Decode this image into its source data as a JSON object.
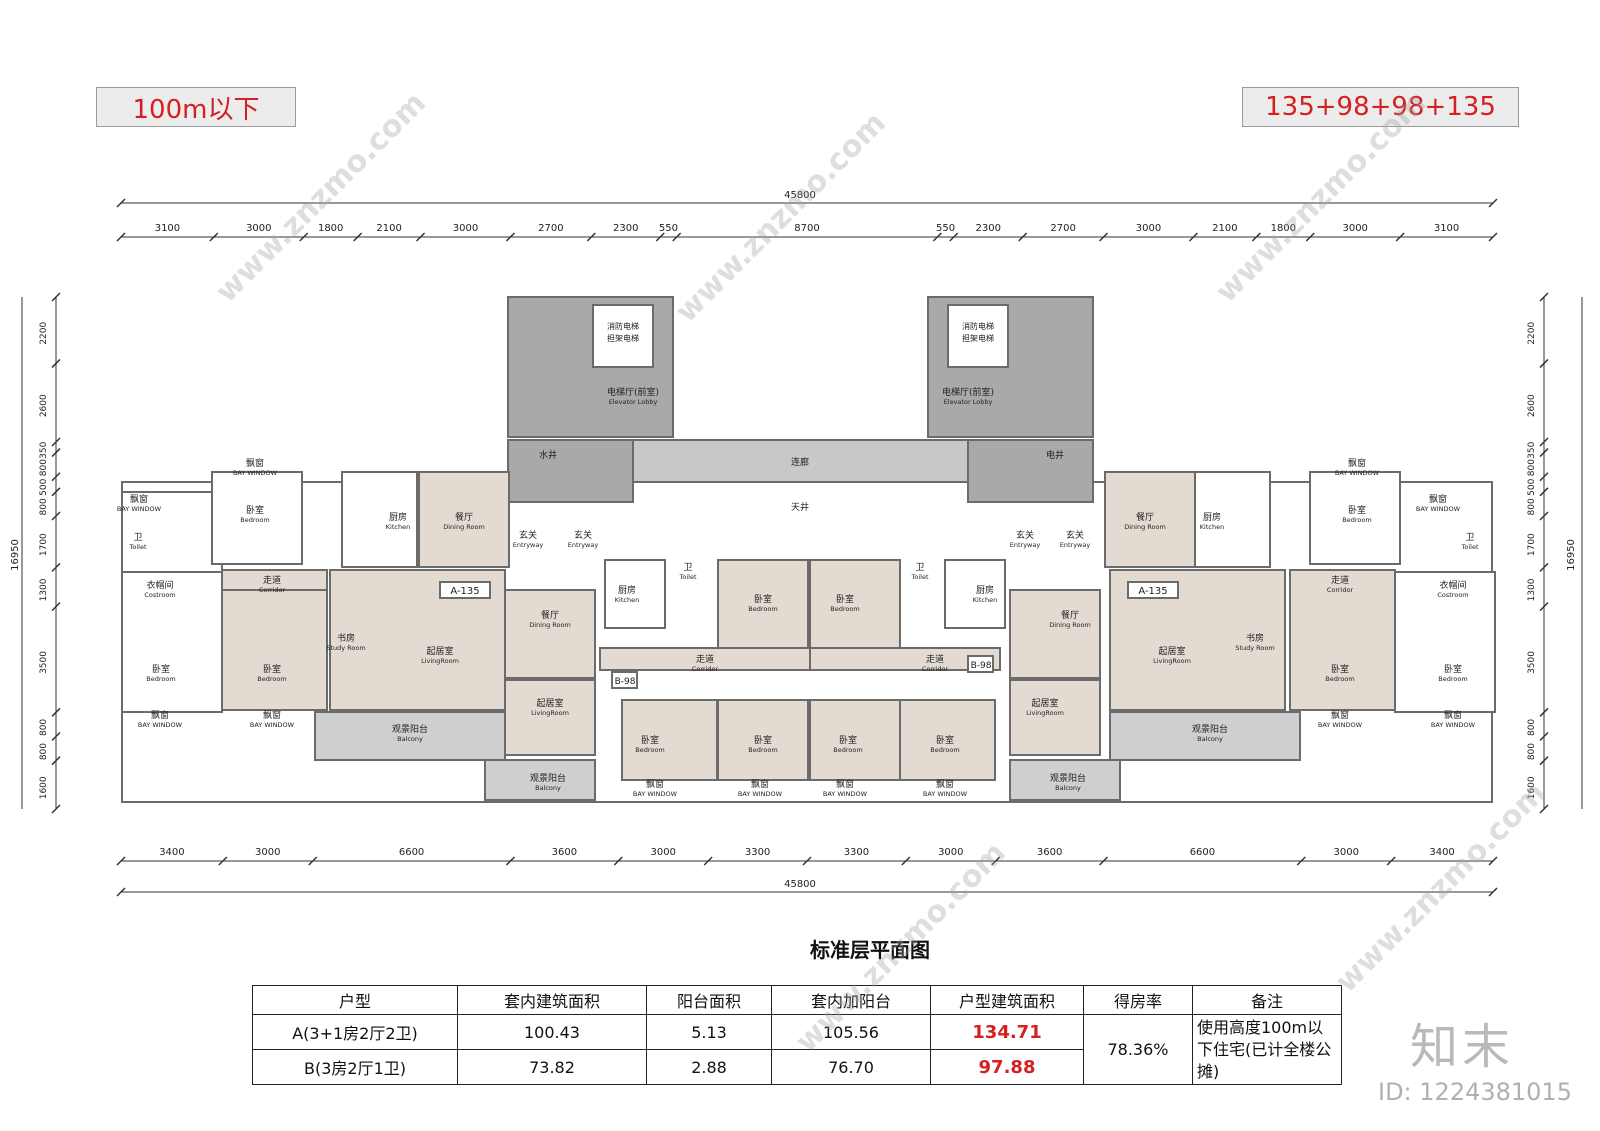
{
  "height_tag": "100m以下",
  "unit_mix_tag": "135+98+98+135",
  "overall_width": "45800",
  "top_dims": [
    "3100",
    "3000",
    "1800",
    "2100",
    "3000",
    "2700",
    "2300",
    "550",
    "8700",
    "550",
    "2300",
    "2700",
    "3000",
    "2100",
    "1800",
    "3000",
    "3100"
  ],
  "bottom_dims": [
    "3400",
    "3000",
    "6600",
    "3600",
    "3000",
    "3300",
    "3300",
    "3000",
    "3600",
    "6600",
    "3000",
    "3400"
  ],
  "side_dims": [
    "2200",
    "2600",
    "350",
    "800",
    "500",
    "800",
    "1700",
    "1300",
    "3500",
    "800",
    "800",
    "1600"
  ],
  "overall_depth": "16950",
  "rooms": {
    "fire_elevator": "消防电梯 担架电梯",
    "elevator_lobby_cn": "电梯厅(前室)",
    "elevator_lobby_en": "Elevator Lobby",
    "water_shaft": "水井",
    "electric_shaft": "电井",
    "corridor_link": "连廊",
    "atrium": "天井",
    "bay_window_cn": "飘窗",
    "bay_window_en": "BAY WINDOW",
    "bedroom_cn": "卧室",
    "bedroom_en": "Bedroom",
    "toilet_cn": "卫",
    "toilet_en": "Toilet",
    "kitchen_cn": "厨房",
    "kitchen_en": "Kitchen",
    "dining_cn": "餐厅",
    "dining_en": "Dining Room",
    "entry_cn": "玄关",
    "entry_en": "Entryway",
    "cloak_cn": "衣帽间",
    "cloak_en": "Costroom",
    "corridor_cn": "走道",
    "corridor_en": "Corridor",
    "study_cn": "书房",
    "study_en": "Study Room",
    "living_cn": "起居室",
    "living_en": "LivingRoom",
    "balcony_cn": "观景阳台",
    "balcony_en": "Balcony",
    "unit_a": "A-135",
    "unit_b": "B-98"
  },
  "plan_title": "标准层平面图",
  "table": {
    "headers": [
      "户型",
      "套内建筑面积",
      "阳台面积",
      "套内加阳台",
      "户型建筑面积",
      "得房率",
      "备注"
    ],
    "rows": [
      {
        "type": "A(3+1房2厅2卫)",
        "inner": "100.43",
        "balcony": "5.13",
        "inner_plus": "105.56",
        "gross": "134.71"
      },
      {
        "type": "B(3房2厅1卫)",
        "inner": "73.82",
        "balcony": "2.88",
        "inner_plus": "76.70",
        "gross": "97.88"
      }
    ],
    "ratio": "78.36%",
    "remark": "使用高度100m以下住宅(已计全楼公摊)"
  },
  "watermark": {
    "logo": "知末",
    "id": "ID: 1224381015",
    "site": "www.znzmo.com"
  },
  "colors": {
    "accent_red": "#d42020",
    "room_beige": "#e3dbd2",
    "core_gray": "#a9a9a9",
    "wall": "#6b6b6b"
  }
}
